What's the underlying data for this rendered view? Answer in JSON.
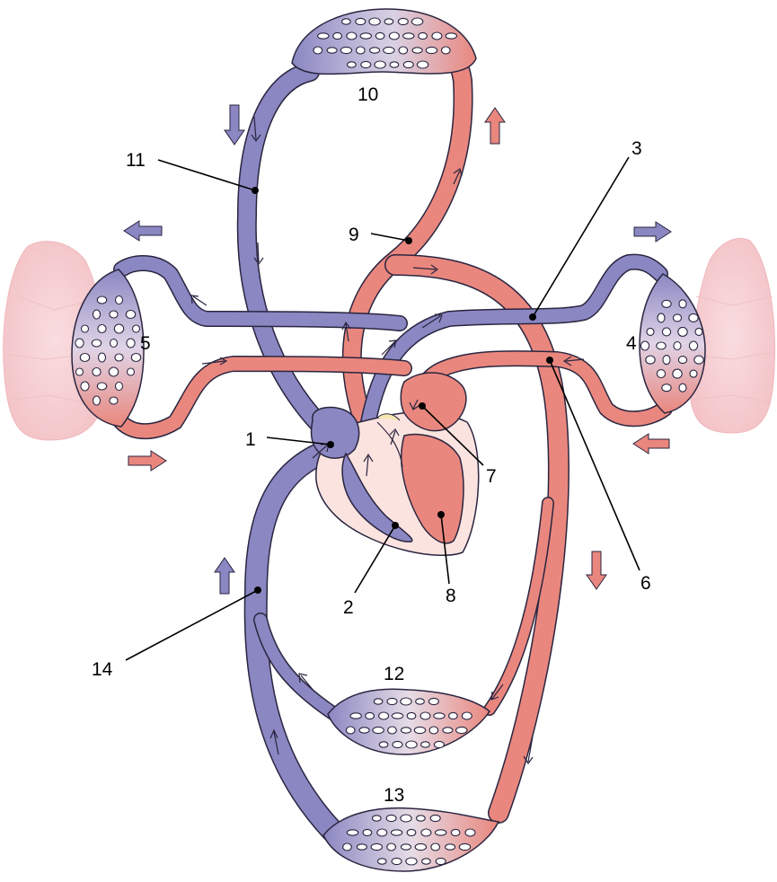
{
  "labels": {
    "l1": "1",
    "l2": "2",
    "l3": "3",
    "l4": "4",
    "l5": "5",
    "l6": "6",
    "l7": "7",
    "l8": "8",
    "l9": "9",
    "l10": "10",
    "l11": "11",
    "l12": "12",
    "l13": "13",
    "l14": "14"
  },
  "colors": {
    "deoxygenated": "#8a87c2",
    "oxygenated": "#e9877e",
    "lung": "#f6d0d2",
    "outline": "#2a2540"
  }
}
